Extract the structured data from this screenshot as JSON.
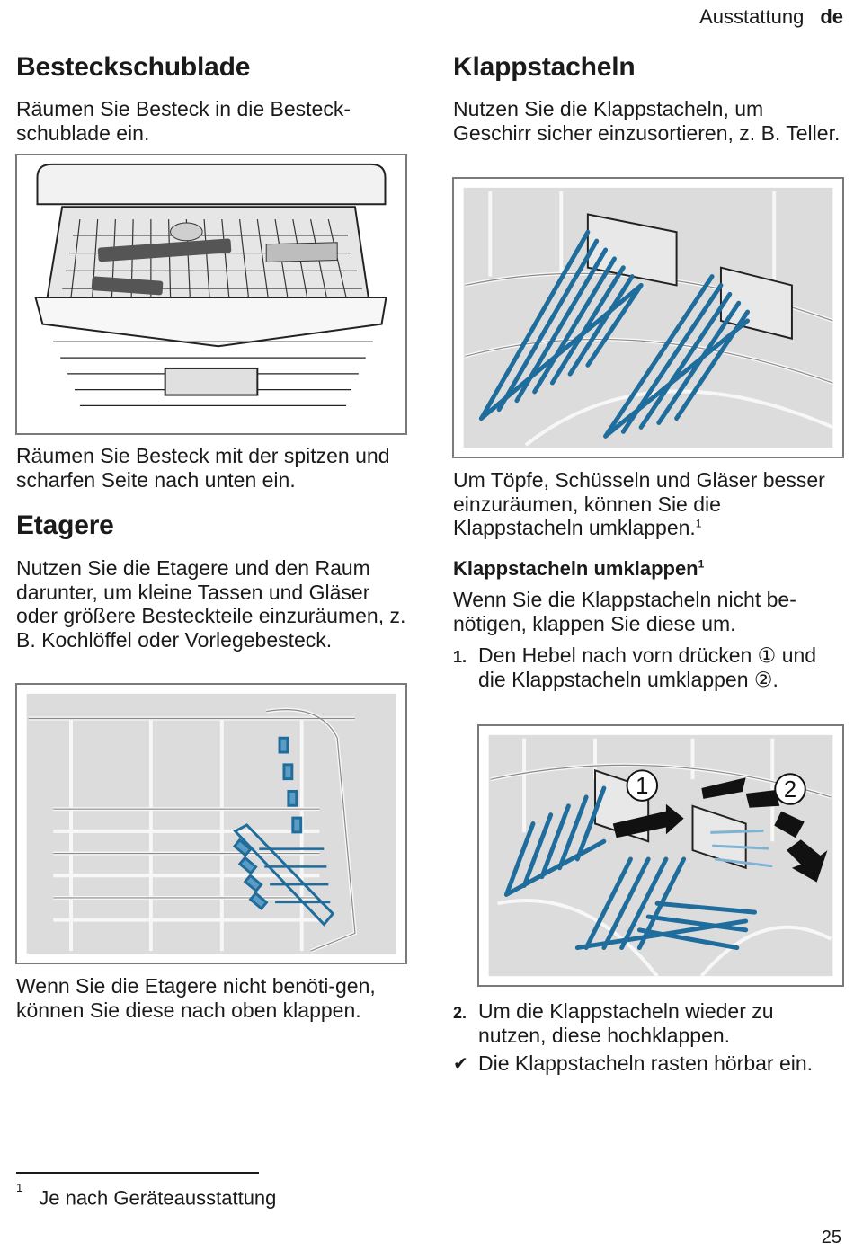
{
  "header": {
    "section": "Ausstattung",
    "lang": "de"
  },
  "left": {
    "h1": "Besteckschublade",
    "p1": "Räumen Sie Besteck in die Besteck-schublade ein.",
    "p2": "Räumen Sie Besteck mit der spitzen und scharfen Seite nach unten ein.",
    "h2": "Etagere",
    "p3": "Nutzen Sie die Etagere und den Raum darunter, um kleine Tassen und Gläser oder größere Besteckteile einzuräumen, z. B. Kochlöffel oder Vorlegebesteck.",
    "p4": "Wenn Sie die Etagere nicht benöti-gen, können Sie diese nach oben klappen."
  },
  "right": {
    "h1": "Klappstacheln",
    "p1": "Nutzen Sie die Klappstacheln, um Geschirr sicher einzusortieren, z. B. Teller.",
    "p2": "Um Töpfe, Schüsseln und Gläser besser einzuräumen, können Sie die Klappstacheln umklappen.",
    "p2_sup": "1",
    "sub": "Klappstacheln umklappen",
    "sub_sup": "1",
    "p3": "Wenn Sie die Klappstacheln nicht be-nötigen, klappen Sie diese um.",
    "step1_num": "1.",
    "step1": "Den Hebel nach vorn drücken ① und die Klappstacheln umklappen ②.",
    "step2_num": "2.",
    "step2": "Um die Klappstacheln wieder zu nutzen, diese hochklappen.",
    "result": "Die Klappstacheln rasten hörbar ein.",
    "callout1": "1",
    "callout2": "2"
  },
  "footnote": {
    "mark": "1",
    "text": "Je nach Geräteausstattung"
  },
  "page_number": "25",
  "colors": {
    "accent_blue": "#1f6d9c",
    "frame_grey": "#7a7a7a",
    "panel_grey": "#dcdcdc"
  }
}
